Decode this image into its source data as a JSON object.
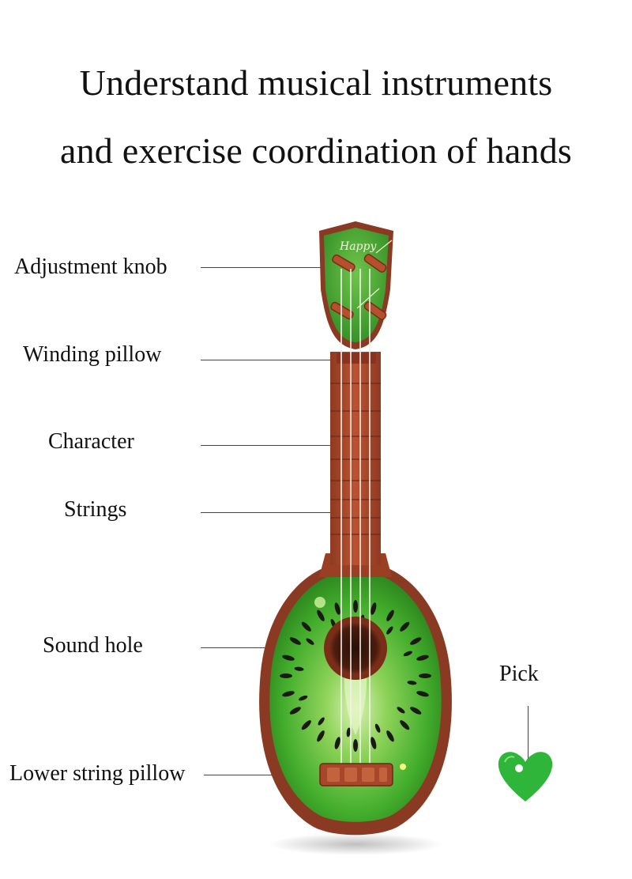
{
  "heading": {
    "line1": "Understand musical instruments",
    "line2": "and exercise coordination of hands"
  },
  "labels": {
    "adjustment_knob": "Adjustment knob",
    "winding_pillow": "Winding pillow",
    "character": "Character",
    "strings": "Strings",
    "sound_hole": "Sound hole",
    "lower_string_pillow": "Lower string pillow",
    "pick": "Pick"
  },
  "headstock_logo": "Happy",
  "colors": {
    "kiwi_green": "#3fa82a",
    "kiwi_light": "#8fd35a",
    "wood_brown": "#a8462a",
    "neck_brown": "#b24b2e",
    "pick_green": "#2fb53a"
  }
}
